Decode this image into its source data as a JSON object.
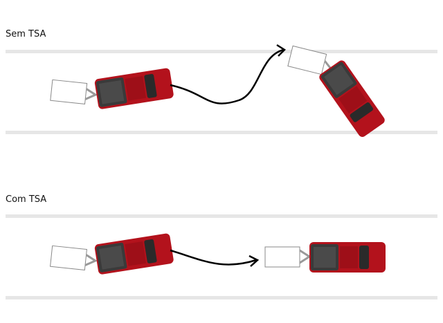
{
  "panels": [
    {
      "title": "Sem TSA",
      "description": "Without Trailer Sway Assist: truck and trailer jackknife"
    },
    {
      "title": "Com TSA",
      "description": "With Trailer Sway Assist: truck and trailer remain stable"
    }
  ],
  "colors": {
    "truck_body": "#b3121c",
    "truck_bed": "#3a3a3a",
    "lane": "#e6e6e6",
    "arrow": "#000000",
    "trailer_stroke": "#888888"
  }
}
